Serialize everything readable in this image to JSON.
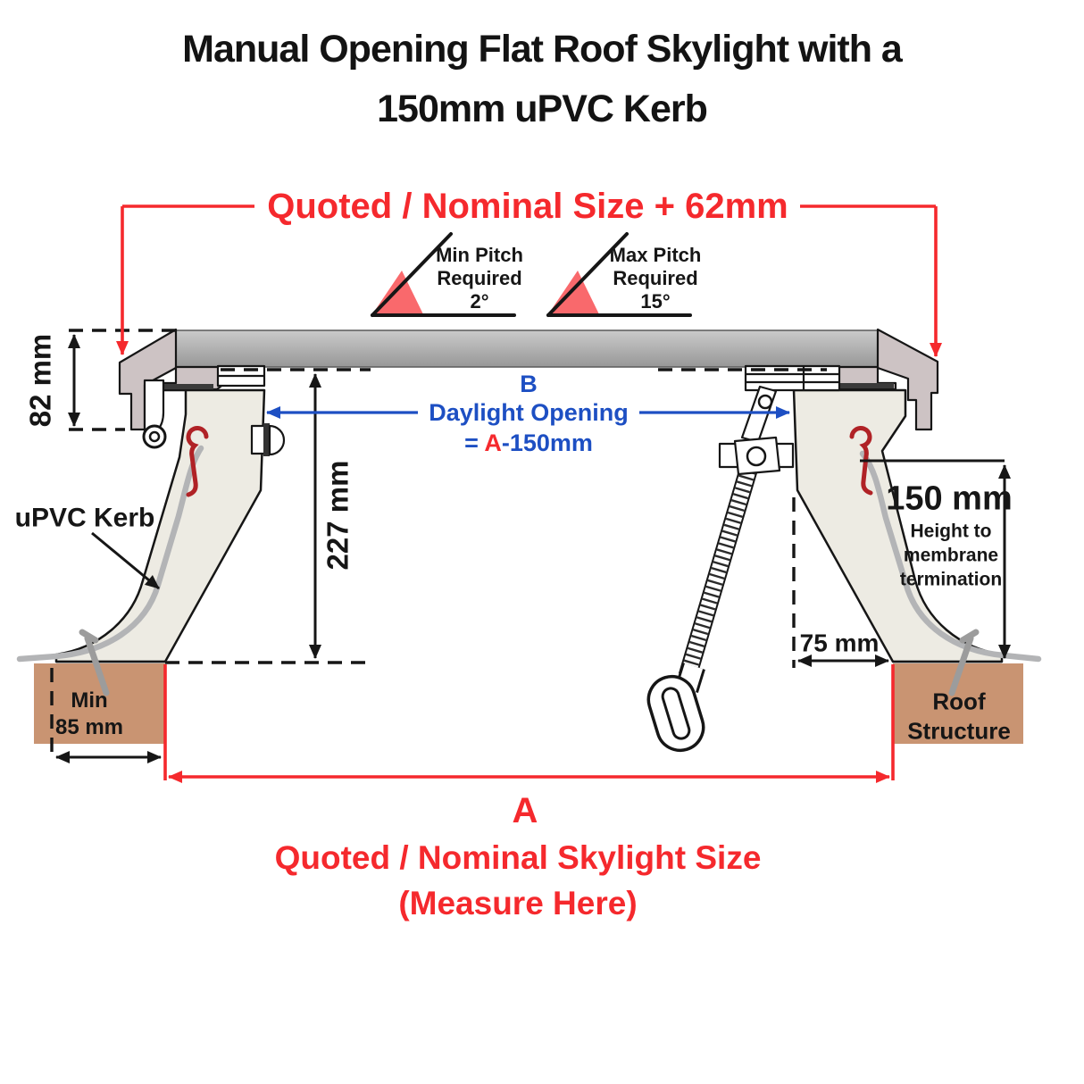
{
  "title": {
    "line1": "Manual Opening Flat Roof Skylight with a",
    "line2": "150mm uPVC Kerb"
  },
  "annotations": {
    "top_size": "Quoted / Nominal Size + 62mm",
    "min_pitch": "Min Pitch\nRequired\n2°",
    "max_pitch": "Max Pitch\nRequired\n15°",
    "dim_82": "82 mm",
    "dim_227": "227 mm",
    "daylight_b": "B",
    "daylight_label": "Daylight Opening",
    "daylight_formula_prefix": "= ",
    "daylight_formula_a": "A",
    "daylight_formula_suffix": "-150mm",
    "upvc_kerb": "uPVC Kerb",
    "dim_150": "150 mm",
    "dim_150_sub": "Height to\nmembrane\ntermination",
    "dim_75": "75 mm",
    "min_85": "Min\n85 mm",
    "roof_structure": "Roof\nStructure",
    "dim_a": "A",
    "bottom_line1": "Quoted / Nominal Skylight Size",
    "bottom_line2": "(Measure Here)"
  },
  "colors": {
    "red": "#F5292D",
    "blue": "#1D4FC3",
    "salmon": "#F9696C",
    "dark_red": "#B02226",
    "brown": "#C99472",
    "cream": "#EDEBE3",
    "mauve": "#CDC3C4",
    "membrane": "#B3B4B6",
    "glass_top": "#CBCBCB",
    "glass_bottom": "#979797",
    "ink": "#161616"
  }
}
